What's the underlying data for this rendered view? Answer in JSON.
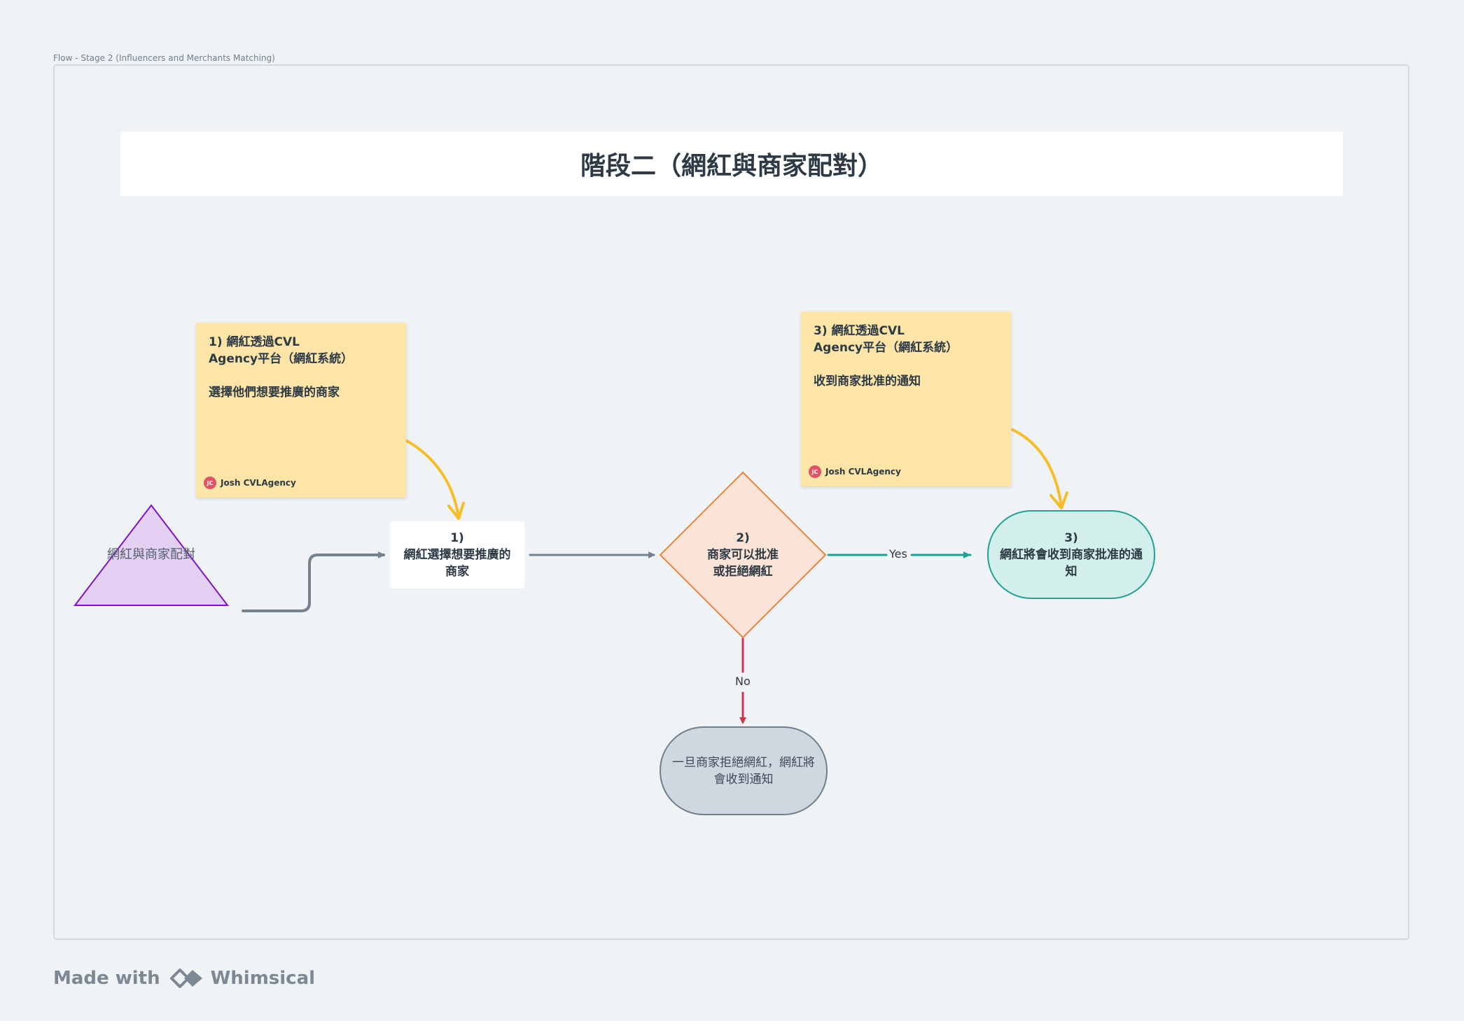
{
  "frame": {
    "label": "Flow - Stage 2 (Influencers and Merchants Matching)"
  },
  "title": "階段二（網紅與商家配對）",
  "start_node": {
    "label": "網紅與商家配對"
  },
  "sticky_1": {
    "lines": [
      "1) 網紅透過CVL",
      "Agency平台（網紅系統）",
      "",
      "選擇他們想要推廣的商家"
    ],
    "author": "Josh CVLAgency",
    "initials": "JC"
  },
  "sticky_3": {
    "lines": [
      "3) 網紅透過CVL",
      "Agency平台（網紅系統）",
      "",
      "收到商家批准的通知"
    ],
    "author": "Josh CVLAgency",
    "initials": "JC"
  },
  "step_1": {
    "lines": [
      "1)",
      "網紅選擇想要推廣的",
      "商家"
    ]
  },
  "decision": {
    "lines": [
      "2)",
      "商家可以批准",
      "或拒絕網紅"
    ]
  },
  "step_3": {
    "lines": [
      "3)",
      "網紅將會收到商家批准的通",
      "知"
    ]
  },
  "reject": {
    "lines": [
      "一旦商家拒絕網紅，網紅將",
      "會收到通知"
    ]
  },
  "edges": {
    "yes": "Yes",
    "no": "No"
  },
  "footer": {
    "made_with": "Made with",
    "brand": "Whimsical"
  },
  "colors": {
    "background": "#f0f3f6",
    "sticky": "#fde5a7",
    "triangle_fill": "#e3d0f2",
    "triangle_stroke": "#7d12c9",
    "decision_fill": "#fbe3d7",
    "decision_stroke": "#e8843a",
    "approved_fill": "#d3efec",
    "approved_stroke": "#1fa294",
    "reject_fill": "#cfd8e0",
    "reject_stroke": "#6f7f8c",
    "yes_edge": "#1fa294",
    "no_edge": "#c93b4c",
    "sticky_arrow": "#f6bd26",
    "edge": "#75818e"
  }
}
